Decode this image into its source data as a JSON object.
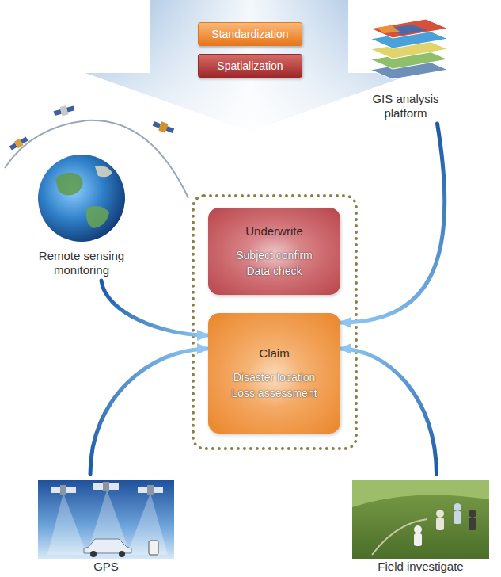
{
  "diagram": {
    "nodes": [
      {
        "text": [
          "Standardization"
        ]
      },
      {
        "text": [
          "Spatialization"
        ]
      },
      {
        "text": [
          "Remote sensing monitoring"
        ]
      },
      {
        "text": [
          "GIS analysis platform"
        ]
      },
      {
        "text": [
          "Underwrite",
          "Subject confirm",
          "Data check"
        ]
      },
      {
        "text": [
          "Claim",
          "Disaster location",
          "Loss assessment"
        ]
      },
      {
        "text": [
          "GPS"
        ]
      },
      {
        "text": [
          "Field investigate"
        ]
      }
    ],
    "edges": [
      {
        "from": 2,
        "to": 5,
        "arrow": "to"
      },
      {
        "from": 3,
        "to": 5,
        "arrow": "to"
      },
      {
        "from": 6,
        "to": 5,
        "arrow": "to"
      },
      {
        "from": 7,
        "to": 5,
        "arrow": "to"
      }
    ]
  }
}
